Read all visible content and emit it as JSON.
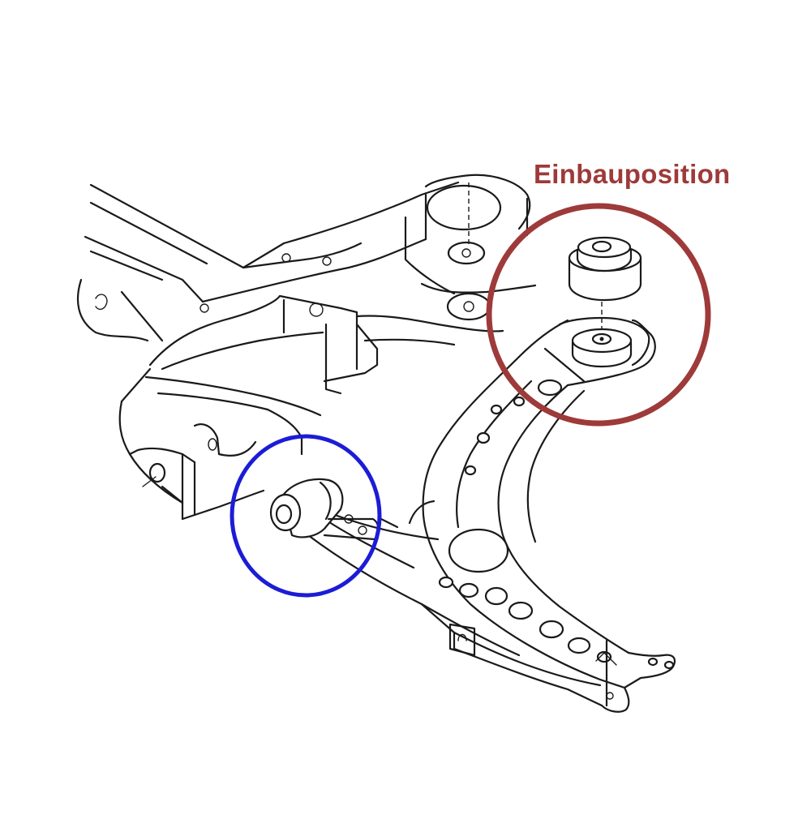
{
  "label": {
    "text": "Einbauposition"
  },
  "colors": {
    "line": "#1a1a1a",
    "highlight_red": "#9e3a3a",
    "highlight_blue": "#1c1cd6"
  },
  "highlights": [
    {
      "name": "installation-position-circle",
      "color": "red"
    },
    {
      "name": "front-bushing-circle",
      "color": "blue"
    }
  ]
}
